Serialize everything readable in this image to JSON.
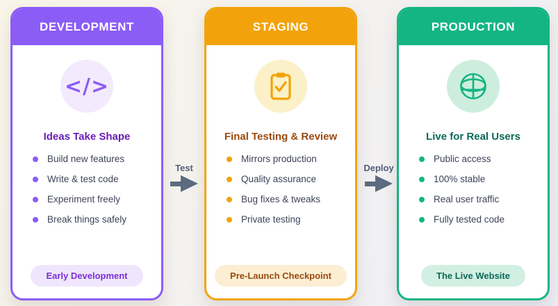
{
  "diagram": {
    "columns": [
      {
        "header": "DEVELOPMENT",
        "icon": "code-icon",
        "icon_glyph": "</>",
        "title": "Ideas Take Shape",
        "items": [
          "Build new features",
          "Write & test code",
          "Experiment freely",
          "Break things safely"
        ],
        "badge": "Early Development",
        "accent": "#8b5cf6",
        "title_color": "#6a1cb5",
        "tint": "#f3eafd"
      },
      {
        "header": "STAGING",
        "icon": "clipboard-check-icon",
        "title": "Final Testing & Review",
        "items": [
          "Mirrors production",
          "Quality assurance",
          "Bug fixes & tweaks",
          "Private testing"
        ],
        "badge": "Pre-Launch Checkpoint",
        "accent": "#f2a30b",
        "title_color": "#9a4a10",
        "tint": "#fbf0c8"
      },
      {
        "header": "PRODUCTION",
        "icon": "globe-icon",
        "title": "Live for Real Users",
        "items": [
          "Public access",
          "100% stable",
          "Real user traffic",
          "Fully tested code"
        ],
        "badge": "The Live Website",
        "accent": "#14b583",
        "title_color": "#0a6a55",
        "tint": "#cdeede"
      }
    ],
    "arrows": [
      {
        "label": "Test"
      },
      {
        "label": "Deploy"
      }
    ],
    "arrow_color": "#5b6b80",
    "list_text_color": "#3d4358"
  }
}
